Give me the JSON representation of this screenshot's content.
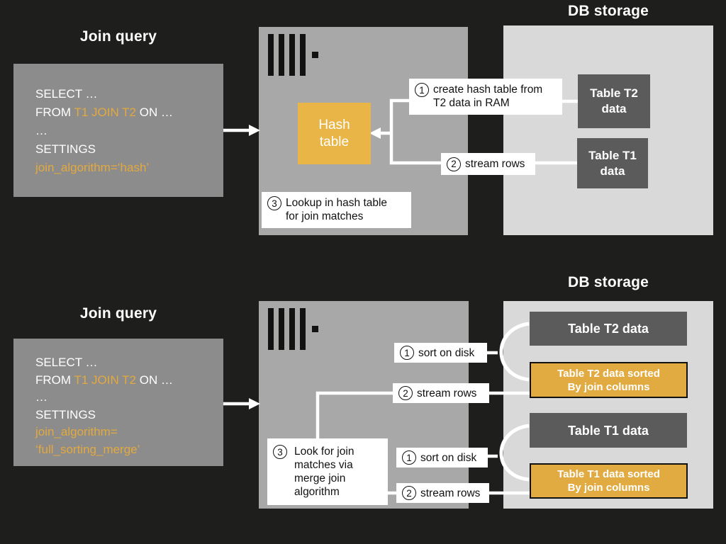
{
  "colors": {
    "background": "#1e1e1c",
    "query_box_gray": "#8c8c8c",
    "server_box_gray": "#a8a8a8",
    "db_storage_gray": "#d9d9d9",
    "table_box_dark": "#5b5b5b",
    "accent_orange": "#e8b546",
    "sorted_box_orange": "#e2ab41",
    "wire_white": "#ffffff",
    "callout_text": "#111111"
  },
  "hash_join": {
    "query_title": "Join query",
    "sql": {
      "select": "SELECT …",
      "from_prefix": "FROM ",
      "from_tables": "T1 JOIN T2",
      "from_suffix": " ON …",
      "ellipsis": "…",
      "settings": "SETTINGS",
      "algorithm": "join_algorithm=‘hash’"
    },
    "server": {
      "hash_table_label": "Hash table",
      "steps": {
        "create": {
          "num": "1",
          "text": "create hash table from T2 data in RAM"
        },
        "stream": {
          "num": "2",
          "text": "stream rows"
        },
        "lookup": {
          "num": "3",
          "text": "Lookup in hash table for join matches"
        }
      }
    },
    "db": {
      "title": "DB storage",
      "table_t2": "Table T2 data",
      "table_t1": "Table T1 data"
    }
  },
  "merge_join": {
    "query_title": "Join query",
    "sql": {
      "select": "SELECT …",
      "from_prefix": "FROM ",
      "from_tables": "T1 JOIN T2",
      "from_suffix": " ON …",
      "ellipsis": "…",
      "settings": "SETTINGS",
      "algorithm_line1": "join_algorithm=",
      "algorithm_line2": "‘full_sorting_merge’"
    },
    "server": {
      "steps": {
        "sort_t2": {
          "num": "1",
          "text": "sort on disk"
        },
        "stream_t2": {
          "num": "2",
          "text": "stream rows"
        },
        "look": {
          "num": "3",
          "text": "Look for join matches via merge join algorithm"
        },
        "sort_t1": {
          "num": "1",
          "text": "sort on disk"
        },
        "stream_t1": {
          "num": "2",
          "text": "stream rows"
        }
      }
    },
    "db": {
      "title": "DB storage",
      "table_t2": "Table T2 data",
      "table_t2_sorted_line1": "Table T2 data sorted",
      "table_t2_sorted_line2": "By join columns",
      "table_t1": "Table T1 data",
      "table_t1_sorted_line1": "Table T1 data sorted",
      "table_t1_sorted_line2": "By join columns"
    }
  }
}
